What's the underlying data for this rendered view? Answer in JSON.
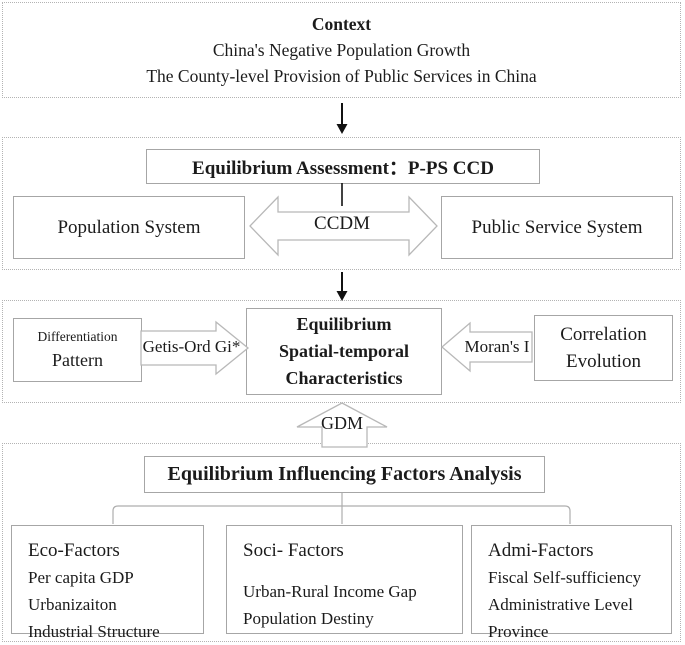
{
  "context": {
    "title": "Context",
    "line1": "China's Negative Population Growth",
    "line2": "The County-level Provision of Public Services in China"
  },
  "assessment": {
    "title": "Equilibrium Assessment：P-PS CCD",
    "population_box": "Population System",
    "public_service_box": "Public Service System",
    "arrow_label": "CCDM"
  },
  "spatial": {
    "diff_line1": "Differentiation",
    "diff_line2": "Pattern",
    "getis_label": "Getis-Ord Gi*",
    "center_line1": "Equilibrium",
    "center_line2": "Spatial-temporal",
    "center_line3": "Characteristics",
    "moran_label": "Moran's I",
    "corr_line1": "Correlation",
    "corr_line2": "Evolution"
  },
  "gdm": {
    "label": "GDM"
  },
  "factors": {
    "title": "Equilibrium Influencing Factors Analysis",
    "groups": [
      {
        "heading": "Eco-Factors",
        "items": [
          "Per capita GDP",
          "Urbanizaiton",
          "Industrial Structure"
        ]
      },
      {
        "heading": "Soci- Factors",
        "items": [
          "Urban-Rural Income Gap",
          "Population Destiny"
        ]
      },
      {
        "heading": "Admi-Factors",
        "items": [
          "Fiscal Self-sufficiency",
          "Administrative Level",
          "Province"
        ]
      }
    ]
  },
  "colors": {
    "text": "#1b1b1b",
    "dotted_border": "#b3b3b3",
    "solid_border": "#a6a6a6",
    "block_arrow_outline": "#b8b8b8",
    "flow_arrow": "#111111",
    "connector": "#adadad",
    "background": "#ffffff"
  }
}
